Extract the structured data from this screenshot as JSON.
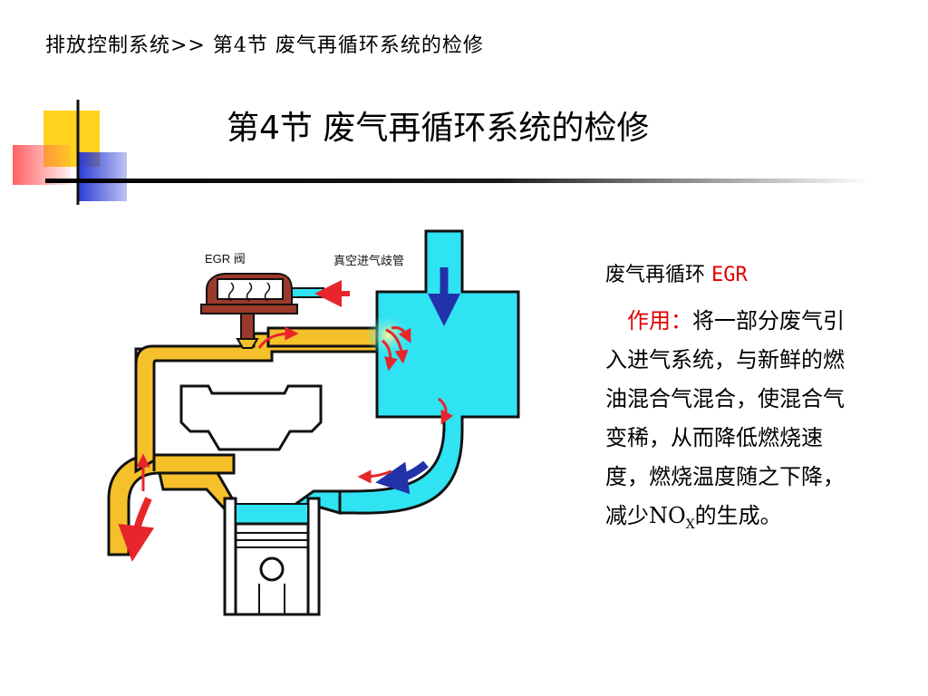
{
  "header": {
    "breadcrumb": "排放控制系统>> 第4节 废气再循环系统的检修",
    "title": "第4节 废气再循环系统的检修"
  },
  "diagram": {
    "egr_valve_label": "EGR 阀",
    "intake_manifold_label": "真空进气歧管",
    "colors": {
      "exhaust": "#f5c02a",
      "intake": "#2fe3f3",
      "valve": "#9b3a2a",
      "arrow_red": "#e8252a",
      "arrow_blue": "#2233aa",
      "outline": "#111111"
    }
  },
  "description": {
    "heading_prefix": "废气再循环 ",
    "heading_egr": "EGR",
    "lead": "作用：",
    "body_part1": "将一部分废气引入进气系统，与新鲜的燃油混合气混合，使混合气变稀，从而降低燃烧速度，燃烧温度随之下降，减少NO",
    "body_sub": "X",
    "body_part2": "的生成。"
  },
  "theme": {
    "deco_yellow": "#ffd21f",
    "deco_blue": "#2a3bd6",
    "deco_red": "#ff5a5a",
    "accent_red": "#e00000"
  }
}
